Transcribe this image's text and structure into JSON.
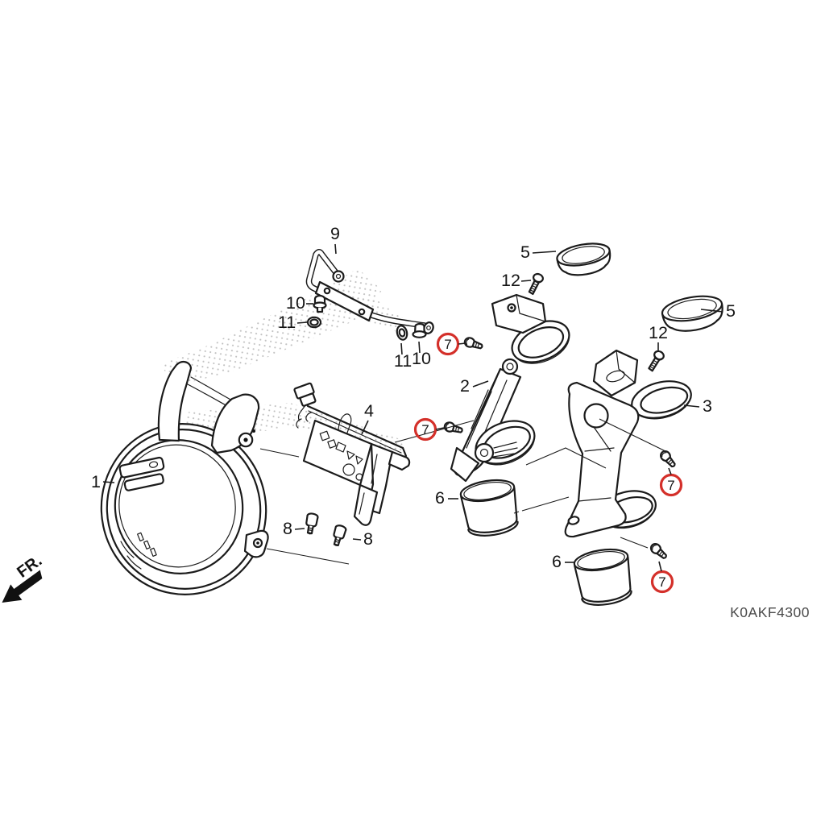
{
  "diagram": {
    "code": "K0AKF4300",
    "fr_label": "FR.",
    "colors": {
      "line": "#1b1b1b",
      "highlight": "#d4302a",
      "code_text": "#4a4a4a",
      "halftone": "#b0b0b0"
    },
    "labels": {
      "l1": "1",
      "l2": "2",
      "l3": "3",
      "l4": "4",
      "l5a": "5",
      "l5b": "5",
      "l6a": "6",
      "l6b": "6",
      "l7a": "7",
      "l7b": "7",
      "l7c": "7",
      "l7d": "7",
      "l8a": "8",
      "l8b": "8",
      "l9": "9",
      "l10a": "10",
      "l10b": "10",
      "l11a": "11",
      "l11b": "11",
      "l12a": "12",
      "l12b": "12"
    }
  }
}
